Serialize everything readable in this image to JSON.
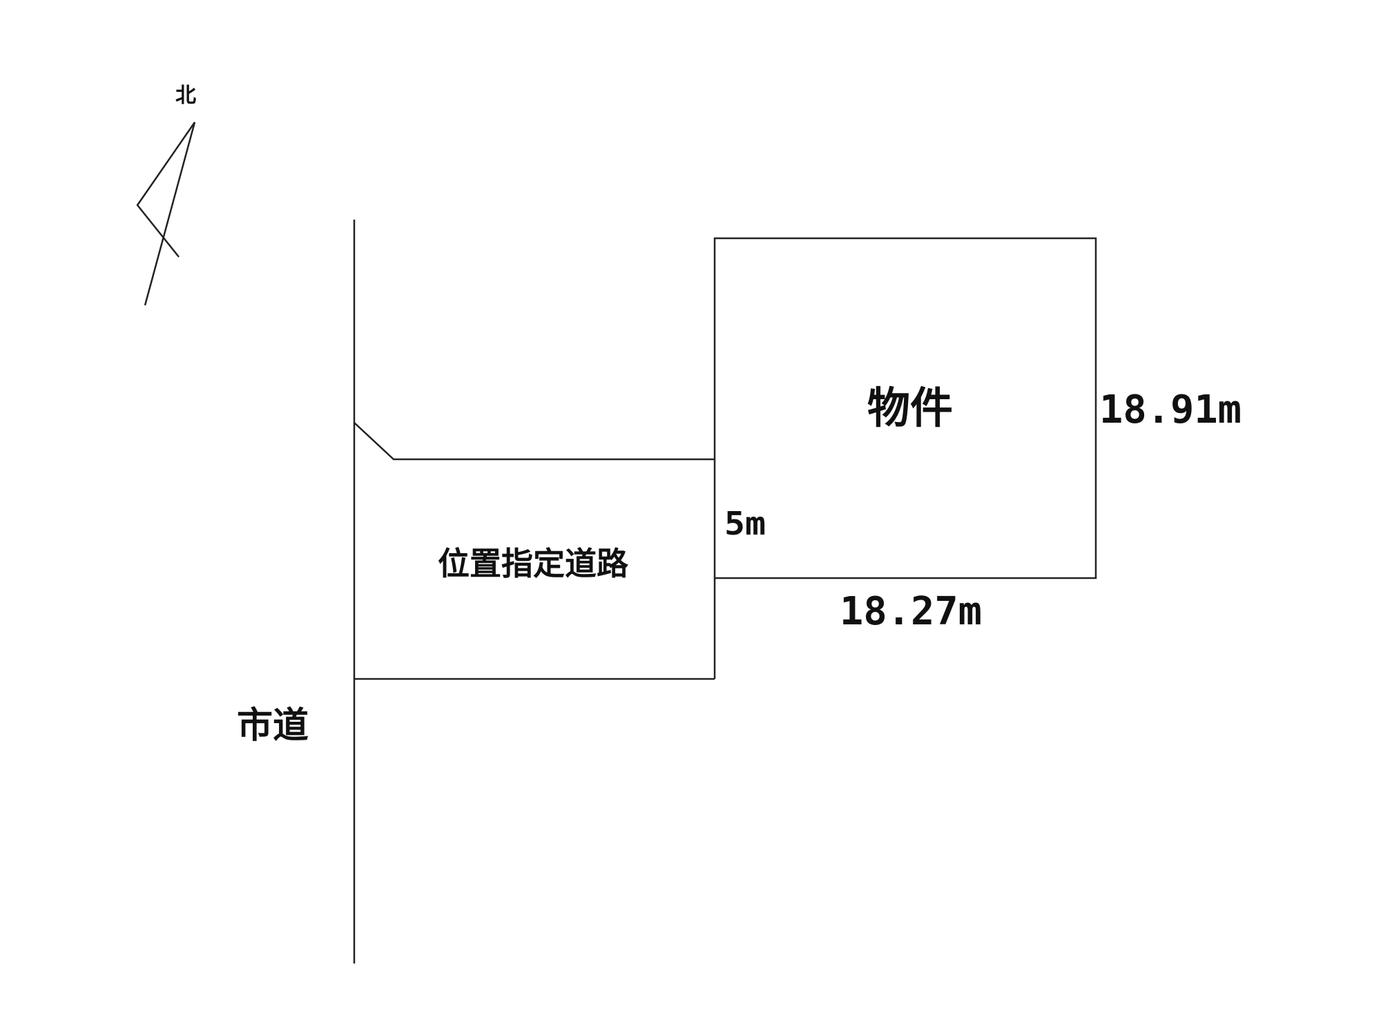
{
  "compass": {
    "label": "北"
  },
  "labels": {
    "property": "物件",
    "designated_road": "位置指定道路",
    "city_road": "市道"
  },
  "dimensions": {
    "property_depth": "18.91m",
    "property_width": "18.27m",
    "road_width": "5m"
  },
  "colors": {
    "line": "#222222",
    "text": "#111111",
    "background": "#ffffff"
  }
}
